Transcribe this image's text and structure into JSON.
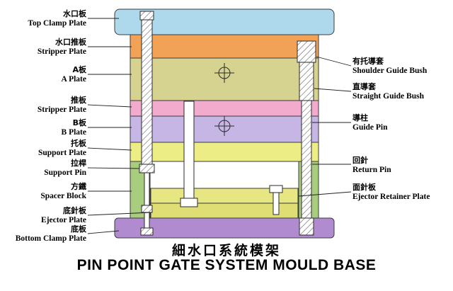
{
  "title": {
    "chinese": "細水口系統模架",
    "english": "PIN POINT GATE SYSTEM MOULD BASE"
  },
  "left_labels": [
    {
      "cn": "水口板",
      "en": "Top Clamp Plate"
    },
    {
      "cn": "水口推板",
      "en": "Stripper Plate"
    },
    {
      "cn": "A板",
      "en": "A Plate"
    },
    {
      "cn": "推板",
      "en": "Stripper Plate"
    },
    {
      "cn": "B板",
      "en": "B Plate"
    },
    {
      "cn": "托板",
      "en": "Support Plate"
    },
    {
      "cn": "拉桿",
      "en": "Support Pin"
    },
    {
      "cn": "方鐵",
      "en": "Spacer Block"
    },
    {
      "cn": "底針板",
      "en": "Ejector Plate"
    },
    {
      "cn": "底板",
      "en": "Bottom Clamp Plate"
    }
  ],
  "right_labels": [
    {
      "cn": "有托導套",
      "en": "Shoulder Guide Bush"
    },
    {
      "cn": "直導套",
      "en": "Straight Guide Bush"
    },
    {
      "cn": "導柱",
      "en": "Guide Pin"
    },
    {
      "cn": "回針",
      "en": "Return Pin"
    },
    {
      "cn": "面針板",
      "en": "Ejector Retainer Plate"
    }
  ],
  "colors": {
    "top_clamp_plate": "#aed9ec",
    "stripper_plate_top": "#f2a257",
    "a_plate": "#d6d28f",
    "stripper_plate": "#f2aacd",
    "b_plate": "#c6b6e6",
    "support_plate": "#eded86",
    "spacer_block": "#a9cd7e",
    "ejector_retainer_plate": "#e6e682",
    "ejector_plate": "#dede74",
    "bottom_clamp_plate": "#b18bd0",
    "background": "#ffffff"
  }
}
